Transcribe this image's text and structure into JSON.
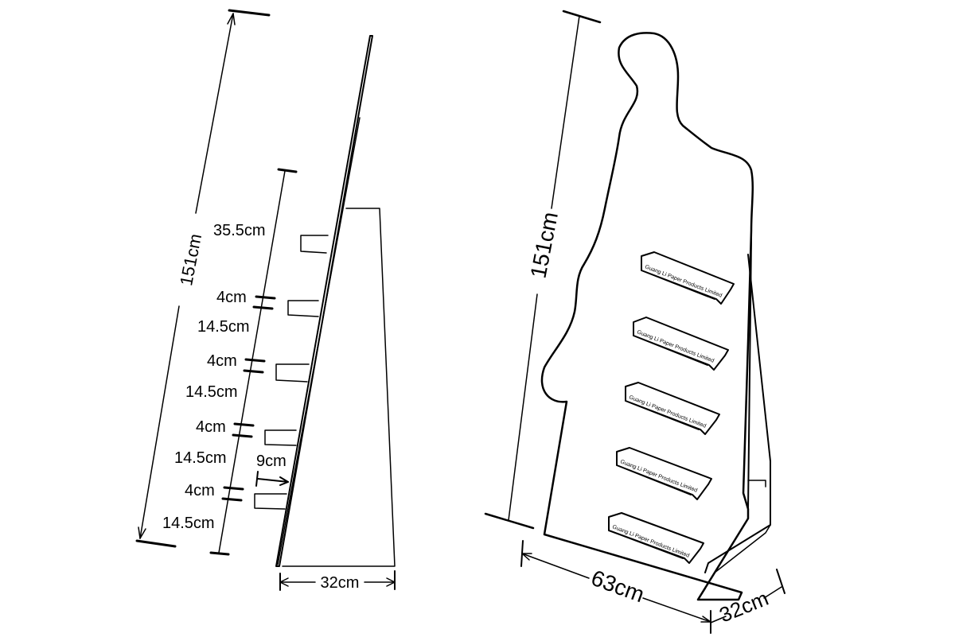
{
  "side_view": {
    "total_height": "151cm",
    "top_gap": "35.5cm",
    "shelf_height_1": "4cm",
    "spacing_1": "14.5cm",
    "shelf_height_2": "4cm",
    "spacing_2": "14.5cm",
    "shelf_height_3": "4cm",
    "spacing_3": "14.5cm",
    "shelf_height_4": "4cm",
    "spacing_4": "14.5cm",
    "shelf_depth": "9cm",
    "base_depth": "32cm"
  },
  "perspective_view": {
    "total_height": "151cm",
    "width": "63cm",
    "depth": "32cm",
    "shelf_label": "Guang Li Paper Products Limited"
  }
}
